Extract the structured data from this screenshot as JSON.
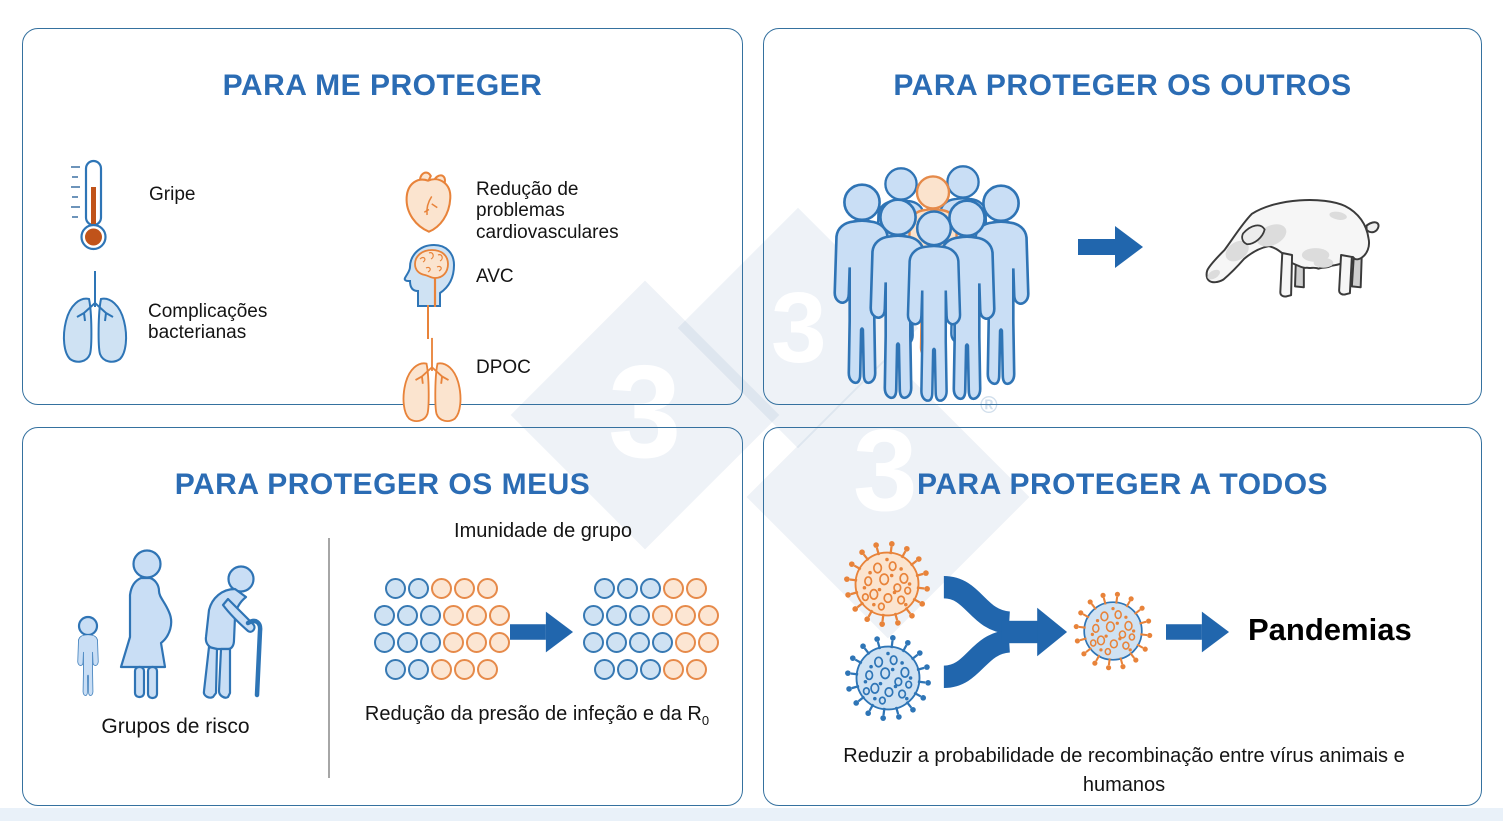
{
  "watermark": {
    "threes": [
      "3",
      "3",
      "3"
    ],
    "registered": "®"
  },
  "colors": {
    "title_blue": "#2b6cb4",
    "panel_border": "#35719f",
    "blue_fill": "#cfe2f3",
    "blue_stroke": "#2e75b6",
    "orange_fill": "#fbe4cf",
    "orange_stroke": "#e8833a",
    "arrow_blue": "#2166ad",
    "mercury_orange": "#c0531a",
    "watermark_tint": "#e9f0f8"
  },
  "panels": {
    "protect_me": {
      "title": "PARA ME PROTEGER",
      "items": [
        {
          "icon": "thermometer-icon",
          "label": "Gripe"
        },
        {
          "icon": "lungs-icon",
          "label": "Complicações bacterianas"
        },
        {
          "icon": "heart-icon",
          "label": "Redução de problemas cardiovasculares"
        },
        {
          "icon": "head-brain-icon",
          "label": "AVC"
        },
        {
          "icon": "lungs-icon",
          "label": "DPOC"
        }
      ]
    },
    "protect_others": {
      "title": "PARA PROTEGER OS OUTROS",
      "icons": [
        "crowd-icon",
        "arrow-right-icon",
        "pig-icon"
      ]
    },
    "protect_mine": {
      "title": "PARA PROTEGER OS MEUS",
      "risk_group_label": "Grupos de risco",
      "herd_immunity_title": "Imunidade de grupo",
      "herd_caption_main": "Redução da presão de infeção e da R",
      "herd_caption_sub": "0",
      "icons": [
        "child-icon",
        "pregnant-woman-icon",
        "elderly-cane-icon",
        "arrow-right-icon"
      ],
      "dots_before": [
        [
          "B",
          "B",
          "O",
          "O",
          "O"
        ],
        [
          "B",
          "B",
          "B",
          "O",
          "O",
          "O"
        ],
        [
          "B",
          "B",
          "B",
          "O",
          "O",
          "O"
        ],
        [
          "B",
          "B",
          "O",
          "O",
          "O"
        ]
      ],
      "dots_after": [
        [
          "B",
          "B",
          "B",
          "O",
          "O"
        ],
        [
          "B",
          "B",
          "B",
          "O",
          "O",
          "O"
        ],
        [
          "B",
          "B",
          "B",
          "B",
          "O",
          "O"
        ],
        [
          "B",
          "B",
          "B",
          "O",
          "O"
        ]
      ]
    },
    "protect_all": {
      "title": "PARA PROTEGER A TODOS",
      "outcome_label": "Pandemias",
      "caption": "Reduzir a probabilidade de recombinação entre vírus animais e humanos",
      "icons": [
        "virus-orange-icon",
        "virus-blue-icon",
        "merge-arrow-icon",
        "virus-hybrid-icon",
        "arrow-right-icon"
      ]
    }
  }
}
